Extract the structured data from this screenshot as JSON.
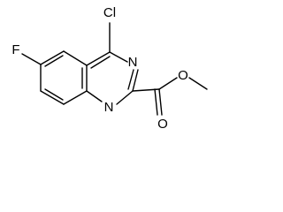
{
  "molecule": {
    "atoms": {
      "chlorine": "Cl",
      "fluorine": "F",
      "nitrogen_3": "N",
      "nitrogen_1": "N",
      "carbonyl_oxygen": "O",
      "ester_oxygen": "O"
    }
  }
}
